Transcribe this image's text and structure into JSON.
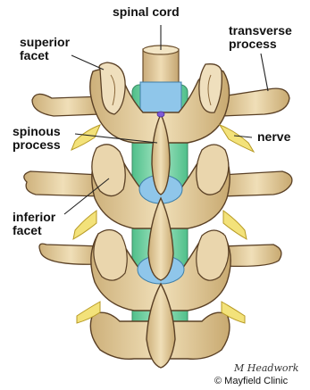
{
  "labels": {
    "spinal_cord": "spinal cord",
    "superior_facet": "superior\nfacet",
    "transverse_process": "transverse\nprocess",
    "spinous_process": "spinous\nprocess",
    "nerve": "nerve",
    "inferior_facet": "inferior\nfacet"
  },
  "credits": {
    "signature": "M Headwork",
    "copyright": "© Mayfield Clinic"
  },
  "colors": {
    "bone": "#e8d3a8",
    "bone_shadow": "#b9975f",
    "bone_outline": "#5a4025",
    "spinal_canal": "#7fd3a8",
    "spinal_cord_blue": "#8fc6ea",
    "nerve": "#f3e27a",
    "leader_line": "#222222"
  }
}
